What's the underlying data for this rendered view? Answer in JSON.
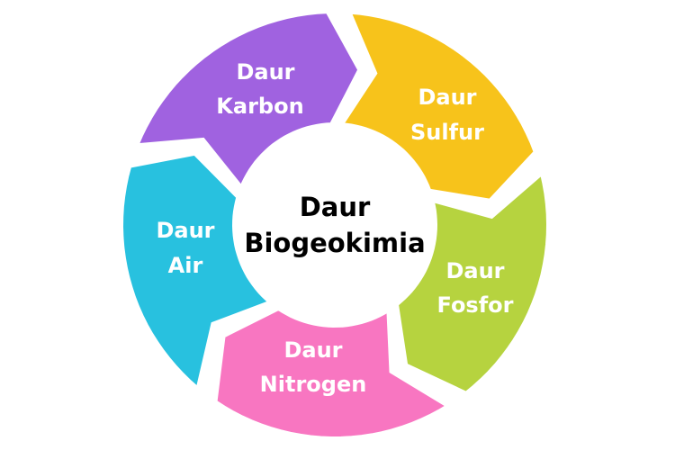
{
  "center": {
    "line1": "Daur",
    "line2": "Biogeokimia"
  },
  "segments": [
    {
      "line1": "Daur",
      "line2": "Karbon",
      "color": "#a062e0"
    },
    {
      "line1": "Daur",
      "line2": "Sulfur",
      "color": "#f7c31b"
    },
    {
      "line1": "Daur",
      "line2": "Fosfor",
      "color": "#b6d33f"
    },
    {
      "line1": "Daur",
      "line2": "Nitrogen",
      "color": "#f876c1"
    },
    {
      "line1": "Daur",
      "line2": "Air",
      "color": "#28c1df"
    }
  ]
}
